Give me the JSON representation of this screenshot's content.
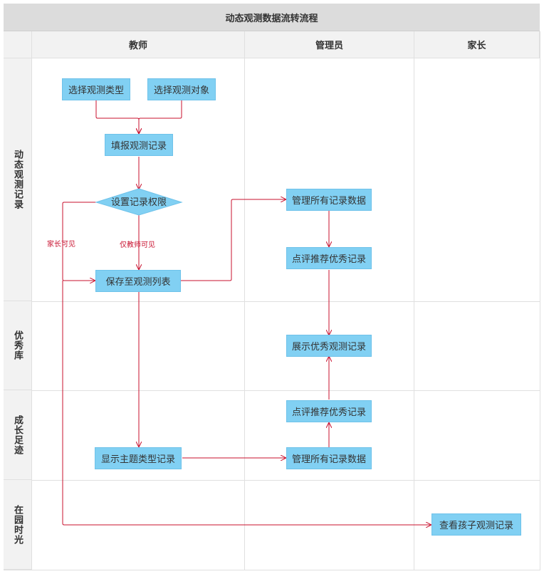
{
  "title": "动态观测数据流转流程",
  "lanes": [
    "教师",
    "管理员",
    "家长"
  ],
  "phases": [
    "动态观测记录",
    "优秀库",
    "成长足迹",
    "在园时光"
  ],
  "nodes": {
    "select_type": "选择观测类型",
    "select_object": "选择观测对象",
    "fill_record": "填报观测记录",
    "set_permission": "设置记录权限",
    "save_list": "保存至观测列表",
    "show_theme": "显示主题类型记录",
    "admin_manage_1": "管理所有记录数据",
    "admin_review_1": "点评推荐优秀记录",
    "show_excellent": "展示优秀观测记录",
    "admin_review_2": "点评推荐优秀记录",
    "admin_manage_2": "管理所有记录数据",
    "parent_view": "查看孩子观测记录"
  },
  "edge_labels": {
    "parent_visible": "家长可见",
    "teacher_only": "仅教师可见"
  },
  "colors": {
    "node_fill": "#81d0f3",
    "connector": "#c8102e",
    "header_bg": "#f2f2f2",
    "title_bg": "#dcdcdc"
  }
}
